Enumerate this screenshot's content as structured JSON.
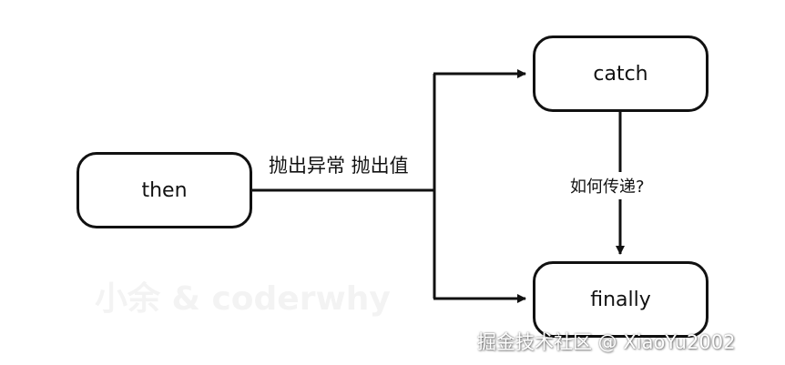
{
  "nodes": {
    "then": "then",
    "catch": "catch",
    "finally": "finally"
  },
  "edge_labels": {
    "throw": "抛出异常 抛出值",
    "pass": "如何传递?"
  },
  "watermarks": {
    "left": "小余 & coderwhy",
    "right": "掘金技术社区 @ XiaoYu2002"
  },
  "colors": {
    "stroke": "#111111",
    "background": "#ffffff"
  }
}
